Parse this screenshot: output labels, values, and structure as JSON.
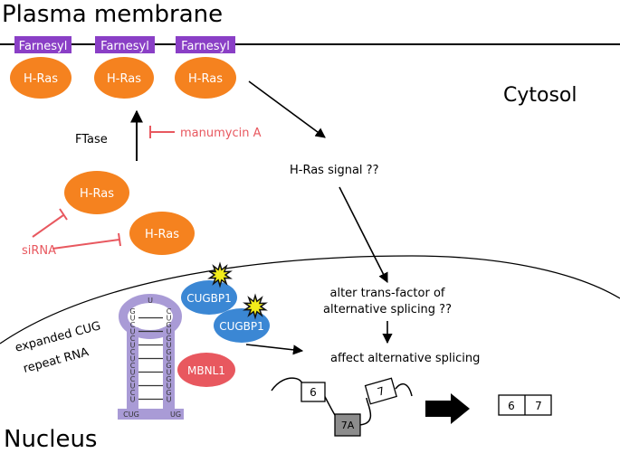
{
  "labels": {
    "plasma_membrane": "Plasma membrane",
    "cytosol": "Cytosol",
    "nucleus": "Nucleus",
    "farnesyl": "Farnesyl",
    "hras": "H-Ras",
    "ftase": "FTase",
    "manumycin": "manumycin A",
    "sirna": "siRNA",
    "hras_signal": "H-Ras signal ??",
    "alter_line1": "alter trans-factor of",
    "alter_line2": "alternative splicing ??",
    "affect": "affect alternative splicing",
    "expanded_line1": "expanded CUG",
    "expanded_line2": "repeat RNA",
    "cugbp1": "CUGBP1",
    "mbnl1": "MBNL1",
    "exon6": "6",
    "exon7": "7",
    "exon7a": "7A",
    "hairpin_left": [
      "G",
      "U",
      "C",
      "U",
      "C",
      "U",
      "C",
      "U",
      "C",
      "U",
      "C",
      "U",
      "C",
      "U"
    ],
    "hairpin_right": [
      "C",
      "U",
      "G",
      "U",
      "G",
      "U",
      "G",
      "U",
      "G",
      "U",
      "G",
      "U",
      "G",
      "U"
    ],
    "hairpin_top": "U",
    "hairpin_foot_left": "CUG",
    "hairpin_foot_right": "UG"
  },
  "colors": {
    "farnesyl": "#8a3fc6",
    "hras": "#f5821f",
    "cugbp1": "#3b87d4",
    "mbnl1": "#e8585f",
    "inhibitor": "#e8585f",
    "hairpin": "#a99bd6",
    "exon7a_fill": "#8c8c8c",
    "star": "#f2ec1a"
  }
}
